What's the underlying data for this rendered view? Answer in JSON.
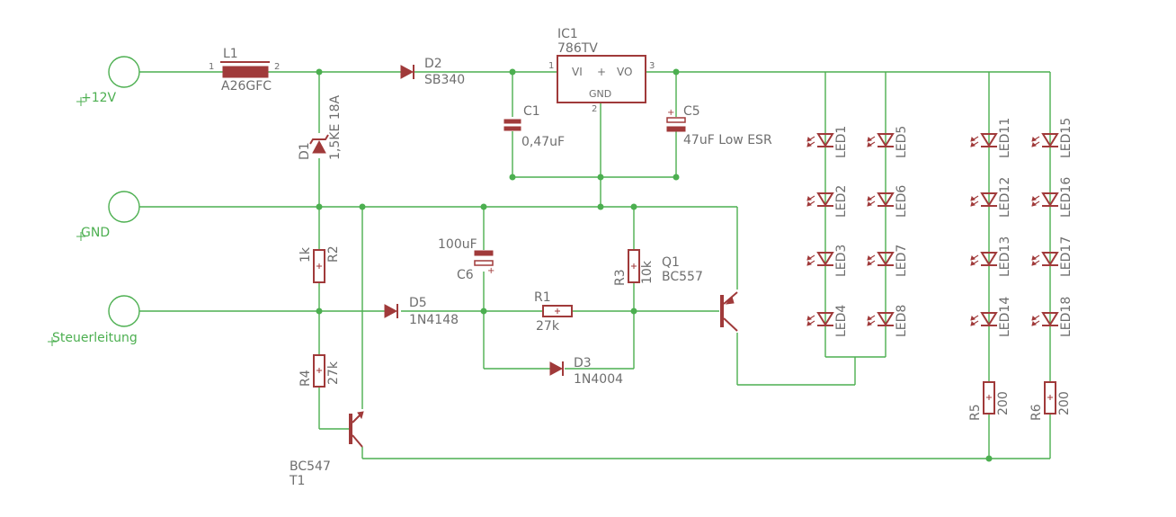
{
  "connectors": [
    {
      "name": "+12V"
    },
    {
      "name": "GND"
    },
    {
      "name": "Steuerleitung"
    }
  ],
  "inductor": {
    "ref": "L1",
    "value": "A26GFC",
    "pin1": "1",
    "pin2": "2"
  },
  "diodes": {
    "D1": {
      "ref": "D1",
      "value": "1,5KE 18A"
    },
    "D2": {
      "ref": "D2",
      "value": "SB340"
    },
    "D3": {
      "ref": "D3",
      "value": "1N4004"
    },
    "D5": {
      "ref": "D5",
      "value": "1N4148"
    }
  },
  "regulator": {
    "ref": "IC1",
    "value": "786TV",
    "vi": "VI",
    "vo": "VO",
    "plus": "+",
    "gnd": "GND",
    "pin1": "1",
    "pin2": "2",
    "pin3": "3"
  },
  "capacitors": {
    "C1": {
      "ref": "C1",
      "value": "0,47uF"
    },
    "C5": {
      "ref": "C5",
      "value": "47uF Low ESR"
    },
    "C6": {
      "ref": "C6",
      "value": "100uF"
    }
  },
  "resistors": {
    "R1": {
      "ref": "R1",
      "value": "27k"
    },
    "R2": {
      "ref": "R2",
      "value": "1k"
    },
    "R3": {
      "ref": "R3",
      "value": "10k"
    },
    "R4": {
      "ref": "R4",
      "value": "27k"
    },
    "R5": {
      "ref": "R5",
      "value": "200"
    },
    "R6": {
      "ref": "R6",
      "value": "200"
    }
  },
  "transistors": {
    "Q1": {
      "ref": "Q1",
      "value": "BC557"
    },
    "T1": {
      "ref": "T1",
      "value": "BC547"
    }
  },
  "leds": [
    "LED1",
    "LED2",
    "LED3",
    "LED4",
    "LED5",
    "LED6",
    "LED7",
    "LED8",
    "LED11",
    "LED12",
    "LED13",
    "LED14",
    "LED15",
    "LED16",
    "LED17",
    "LED18"
  ],
  "colors": {
    "wire": "#4caf50",
    "part": "#a03a3a",
    "label": "#6e6e6e"
  }
}
